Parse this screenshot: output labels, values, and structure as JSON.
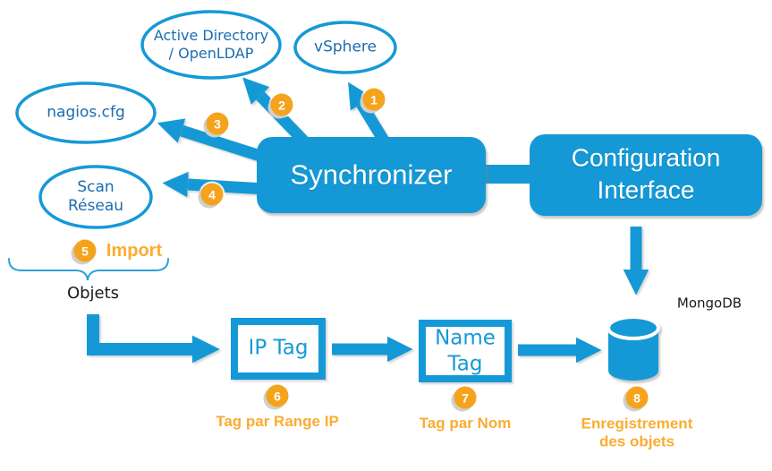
{
  "colors": {
    "blue": "#1599d6",
    "node_text_blue": "#1b6cb0",
    "badge_orange": "#f5a31d",
    "label_orange": "#fbac30",
    "text_black": "#1a1a1a",
    "white": "#ffffff"
  },
  "nodes": {
    "active_directory": {
      "line1": "Active Directory",
      "line2": "/ OpenLDAP"
    },
    "vsphere": {
      "label": "vSphere"
    },
    "nagios": {
      "label": "nagios.cfg"
    },
    "scan_reseau": {
      "line1": "Scan",
      "line2": "Réseau"
    },
    "synchronizer": {
      "label": "Synchronizer"
    },
    "configuration_interface": {
      "line1": "Configuration",
      "line2": "Interface"
    },
    "ip_tag": {
      "label": "IP Tag"
    },
    "name_tag": {
      "line1": "Name",
      "line2": "Tag"
    },
    "mongodb": {
      "label": "MongoDB"
    },
    "objets": {
      "label": "Objets"
    }
  },
  "steps": {
    "badge1": "1",
    "badge2": "2",
    "badge3": "3",
    "badge4": "4",
    "badge5": "5",
    "badge6": "6",
    "badge7": "7",
    "badge8": "8",
    "import_label": "Import",
    "tag_range_label": "Tag par Range IP",
    "tag_nom_label": "Tag par Nom",
    "enregistrement_line1": "Enregistrement",
    "enregistrement_line2": "des objets"
  }
}
